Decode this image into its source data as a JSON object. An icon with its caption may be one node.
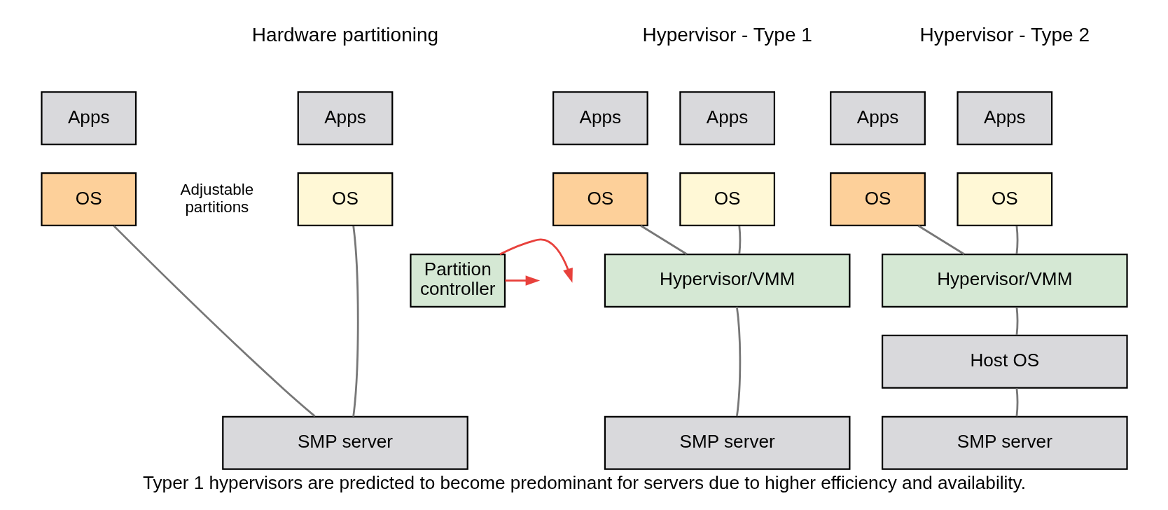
{
  "diagram": {
    "caption": "Typer 1 hypervisors are predicted to become predominant for servers due to higher efficiency and availability.",
    "nodes": [
      {
        "text": [
          "Apps"
        ]
      },
      {
        "text": [
          "OS"
        ]
      },
      {
        "text": [
          "Apps"
        ]
      },
      {
        "text": [
          "OS"
        ]
      },
      {
        "text": [
          "Partition controller"
        ]
      },
      {
        "text": [
          "SMP server"
        ]
      },
      {
        "text": [
          "Apps"
        ]
      },
      {
        "text": [
          "OS"
        ]
      },
      {
        "text": [
          "Apps"
        ]
      },
      {
        "text": [
          "OS"
        ]
      },
      {
        "text": [
          "Hypervisor/VMM"
        ]
      },
      {
        "text": [
          "SMP server"
        ]
      },
      {
        "text": [
          "Apps"
        ]
      },
      {
        "text": [
          "OS"
        ]
      },
      {
        "text": [
          "Apps"
        ]
      },
      {
        "text": [
          "OS"
        ]
      },
      {
        "text": [
          "Hypervisor/VMM"
        ]
      },
      {
        "text": [
          "Host OS"
        ]
      },
      {
        "text": [
          "SMP server"
        ]
      }
    ],
    "edges": [
      {
        "from": 1,
        "to": 5,
        "arrow": "none"
      },
      {
        "from": 3,
        "to": 5,
        "arrow": "none"
      },
      {
        "from": 4,
        "to": null,
        "arrow": "to",
        "color": "#e8413c"
      },
      {
        "from": 4,
        "to": null,
        "arrow": "to",
        "color": "#e8413c"
      },
      {
        "from": 7,
        "to": 10,
        "arrow": "none"
      },
      {
        "from": 9,
        "to": 10,
        "arrow": "none"
      },
      {
        "from": 10,
        "to": 11,
        "arrow": "none"
      },
      {
        "from": 13,
        "to": 16,
        "arrow": "none"
      },
      {
        "from": 15,
        "to": 16,
        "arrow": "none"
      },
      {
        "from": 16,
        "to": 17,
        "arrow": "none"
      },
      {
        "from": 17,
        "to": 18,
        "arrow": "none"
      }
    ],
    "labels": [
      "Hardware partitioning",
      "Hypervisor - Type 1",
      "Hypervisor - Type 2",
      "Adjustable partitions"
    ]
  }
}
